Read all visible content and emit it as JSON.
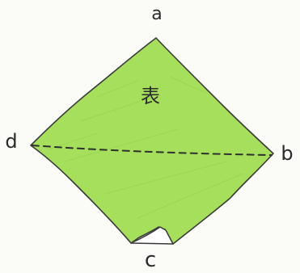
{
  "diagram": {
    "vertex_labels": {
      "a": "a",
      "b": "b",
      "c": "c",
      "d": "d"
    },
    "face_label": "表",
    "colors": {
      "paper_fill": "#a6df5c",
      "paper_edge": "#3b3b3b",
      "fold_line": "#2f2f2f",
      "background": "#fbfbf8"
    },
    "fold_line_style": "dashed"
  }
}
